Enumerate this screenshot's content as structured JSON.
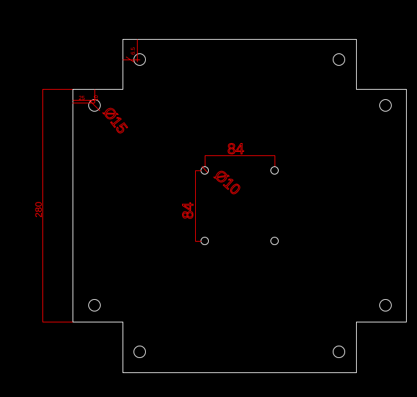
{
  "canvas": {
    "background": "#000000"
  },
  "colors": {
    "geometry": "#ffffff",
    "dimensions": "#ff0000"
  },
  "dimensions": {
    "overall_height": "280",
    "hole_spacing_h": "84",
    "hole_spacing_v": "84",
    "small_hole_dia": "Ø10",
    "corner_hole_dia": "Ø15",
    "offset_a": "25",
    "offset_b": "10",
    "offset_c": "6.5"
  }
}
